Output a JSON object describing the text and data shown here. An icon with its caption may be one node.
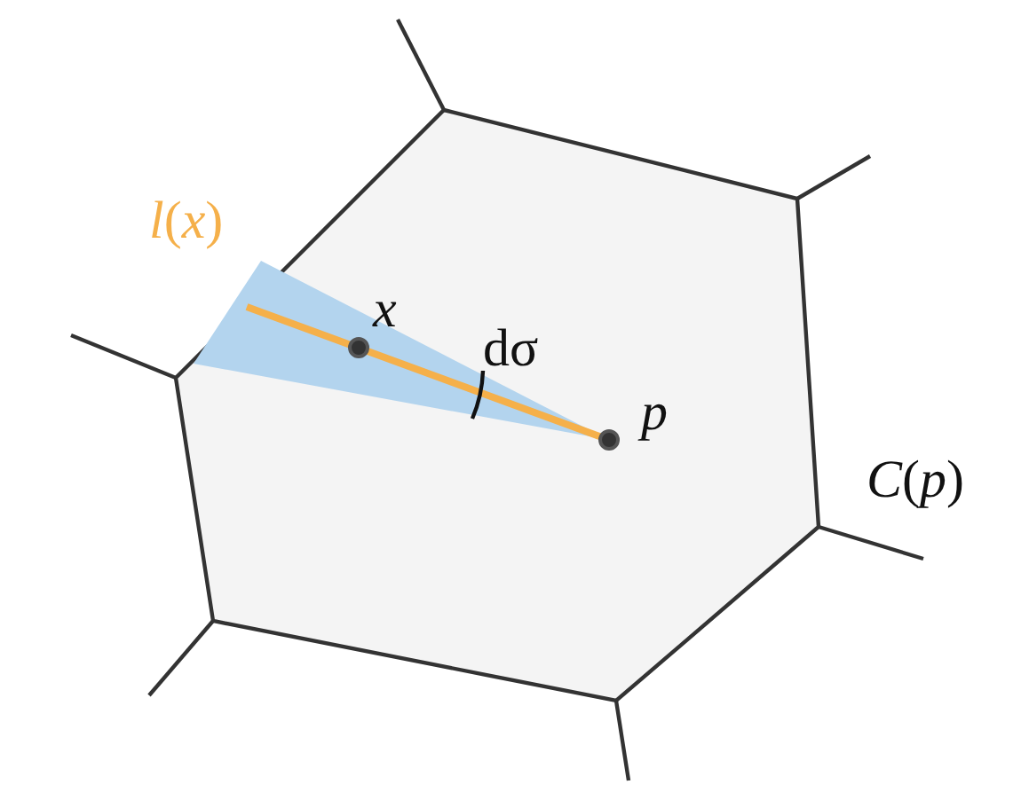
{
  "diagram": {
    "nodes": [
      {
        "text": [
          "*C*(*p*)"
        ]
      },
      {
        "text": [],
        "shape": "circle",
        "in": 0,
        "beside": [
          "x"
        ]
      },
      {
        "text": [],
        "shape": "circle",
        "in": 0,
        "beside": [
          "p"
        ]
      }
    ],
    "labels": [
      "*l*(*x*)",
      "dσ"
    ]
  }
}
